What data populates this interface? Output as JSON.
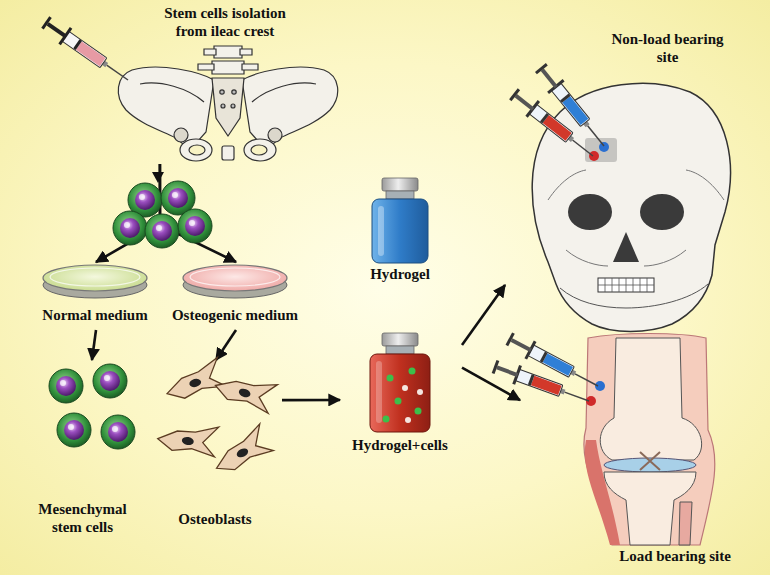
{
  "diagram": {
    "nodes": [
      {
        "text": [
          "Stem cells isolation from ileac crest"
        ]
      },
      {
        "text": [
          "Normal medium"
        ]
      },
      {
        "text": [
          "Osteogenic medium"
        ]
      },
      {
        "text": [
          "Mesenchymal stem cells"
        ]
      },
      {
        "text": [
          "Osteoblasts"
        ]
      },
      {
        "text": [
          "Hydrogel"
        ]
      },
      {
        "text": [
          "Hydrogel+cells"
        ]
      },
      {
        "text": [
          "Non-load bearing site"
        ]
      },
      {
        "text": [
          "Load bearing site"
        ]
      }
    ],
    "edges": [
      {
        "from": 0,
        "to": 1,
        "arrow": "to"
      },
      {
        "from": 0,
        "to": 2,
        "arrow": "to"
      },
      {
        "from": 1,
        "to": 3,
        "arrow": "to"
      },
      {
        "from": 2,
        "to": 4,
        "arrow": "to"
      },
      {
        "from": 4,
        "to": 6,
        "arrow": "to"
      },
      {
        "from": 6,
        "to": 7,
        "arrow": "to"
      },
      {
        "from": 6,
        "to": 8,
        "arrow": "to"
      }
    ]
  }
}
